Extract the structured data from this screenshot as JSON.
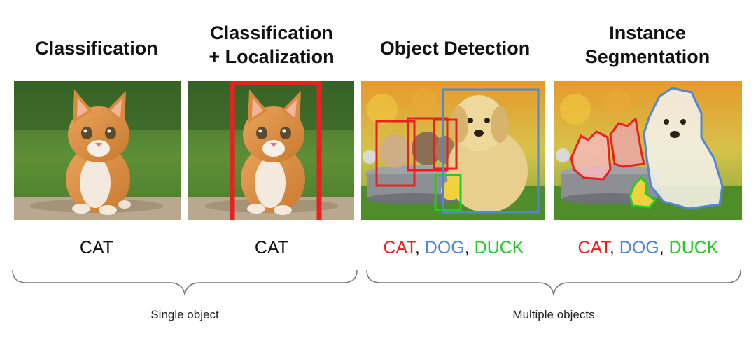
{
  "panels": [
    {
      "title_lines": [
        "Classification"
      ],
      "label": "CAT"
    },
    {
      "title_lines": [
        "Classification",
        "+ Localization"
      ],
      "label": "CAT"
    },
    {
      "title_lines": [
        "Object Detection"
      ],
      "labels": [
        {
          "text": "CAT",
          "color": "#e8201f"
        },
        {
          "text": ", ",
          "color": "#111111"
        },
        {
          "text": "DOG",
          "color": "#4f86d6"
        },
        {
          "text": ", ",
          "color": "#111111"
        },
        {
          "text": "DUCK",
          "color": "#22cc22"
        }
      ]
    },
    {
      "title_lines": [
        "Instance",
        "Segmentation"
      ],
      "labels": [
        {
          "text": "CAT",
          "color": "#e8201f"
        },
        {
          "text": ", ",
          "color": "#111111"
        },
        {
          "text": "DOG",
          "color": "#4f86d6"
        },
        {
          "text": ", ",
          "color": "#111111"
        },
        {
          "text": "DUCK",
          "color": "#22cc22"
        }
      ]
    }
  ],
  "groups": {
    "single": "Single object",
    "multiple": "Multiple objects"
  },
  "colors": {
    "cat": "#e8201f",
    "dog": "#4f86d6",
    "duck": "#22cc22"
  }
}
